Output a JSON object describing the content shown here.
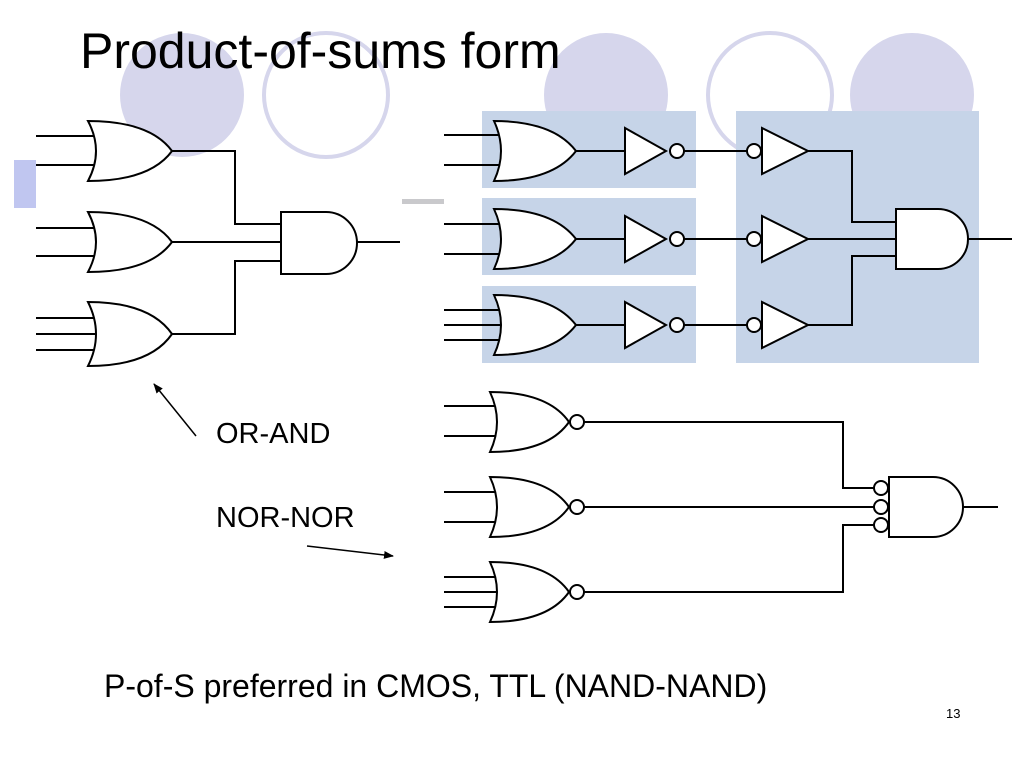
{
  "slide": {
    "title": "Product-of-sums form",
    "labels": {
      "or_and": "OR-AND",
      "nor_nor": "NOR-NOR"
    },
    "footnote": "P-of-S preferred in CMOS, TTL (NAND-NAND)",
    "page_number": "13"
  },
  "colors": {
    "decor_circle": "#d6d6ec",
    "highlight_box": "#c6d4e8",
    "accent_block": "#c0c6f0"
  }
}
